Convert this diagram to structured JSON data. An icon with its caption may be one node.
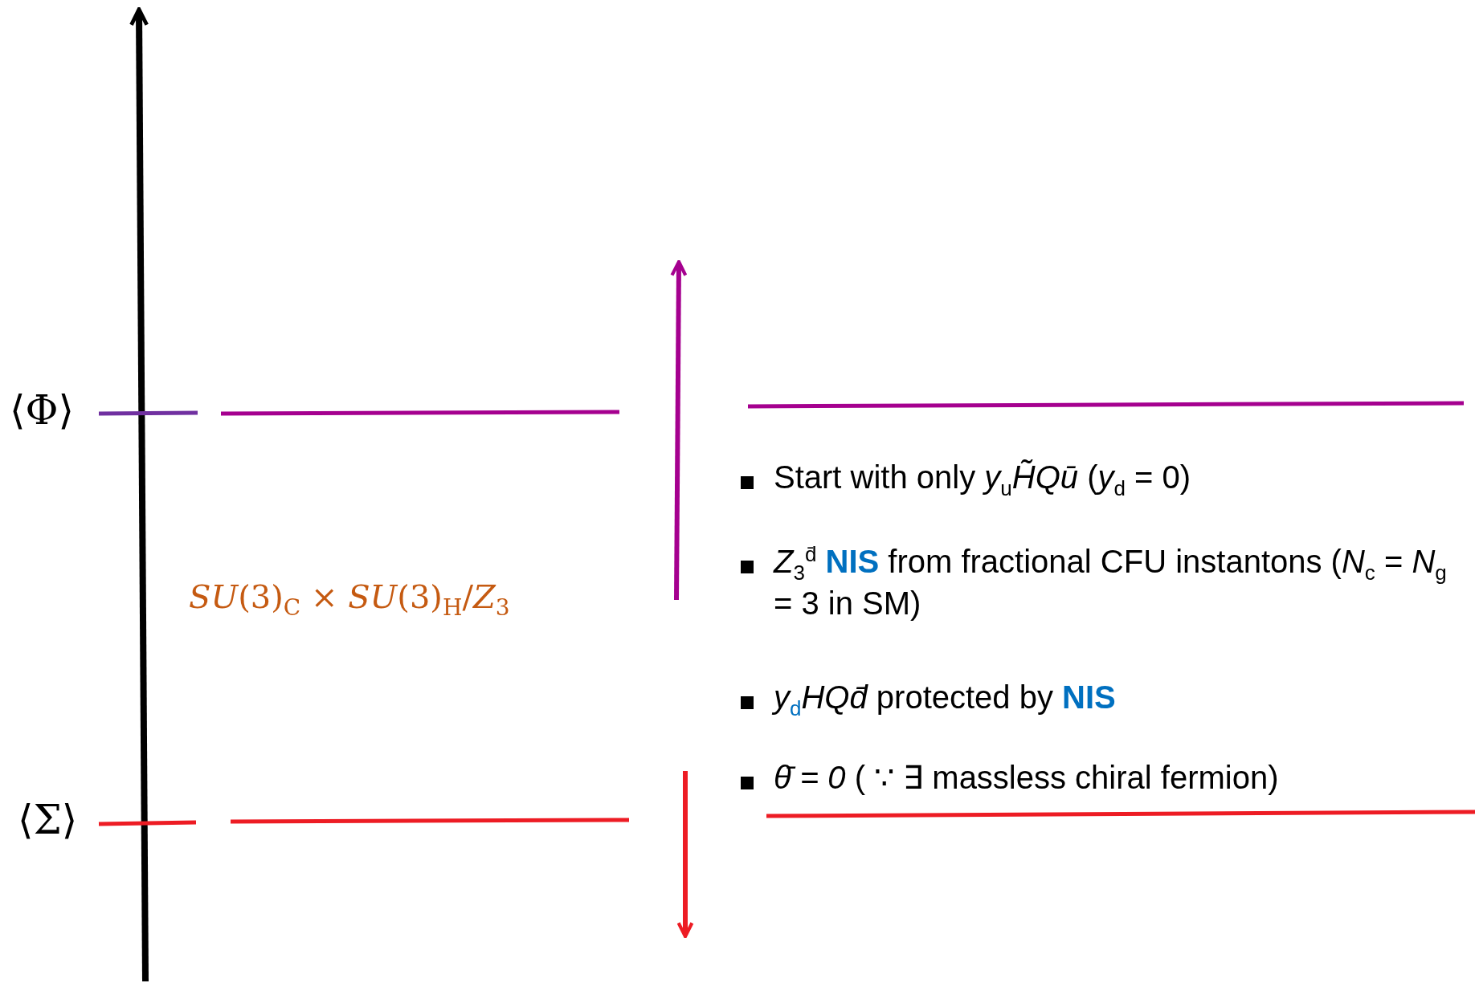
{
  "diagram": {
    "labels": [
      "⟨Φ⟩",
      "⟨Σ⟩",
      "*SU*(3)$_{C}$ × *SU*(3)$_{H}$/*Z*$_{3}$",
      "Start with only *y*$_{u}$*H̃Qū*    (*y*$_{d}$ = 0)",
      "*Z*$_{3}$$^{d̄}$ **NIS** from fractional CFU instantons (*N*$_{c}$ = *N*$_{g}$ = 3 in SM)",
      "*y*$_{d}$*HQd̄* protected by **NIS**",
      "*θ̄ = 0* ( ∵  ∃ massless chiral fermion)"
    ]
  }
}
